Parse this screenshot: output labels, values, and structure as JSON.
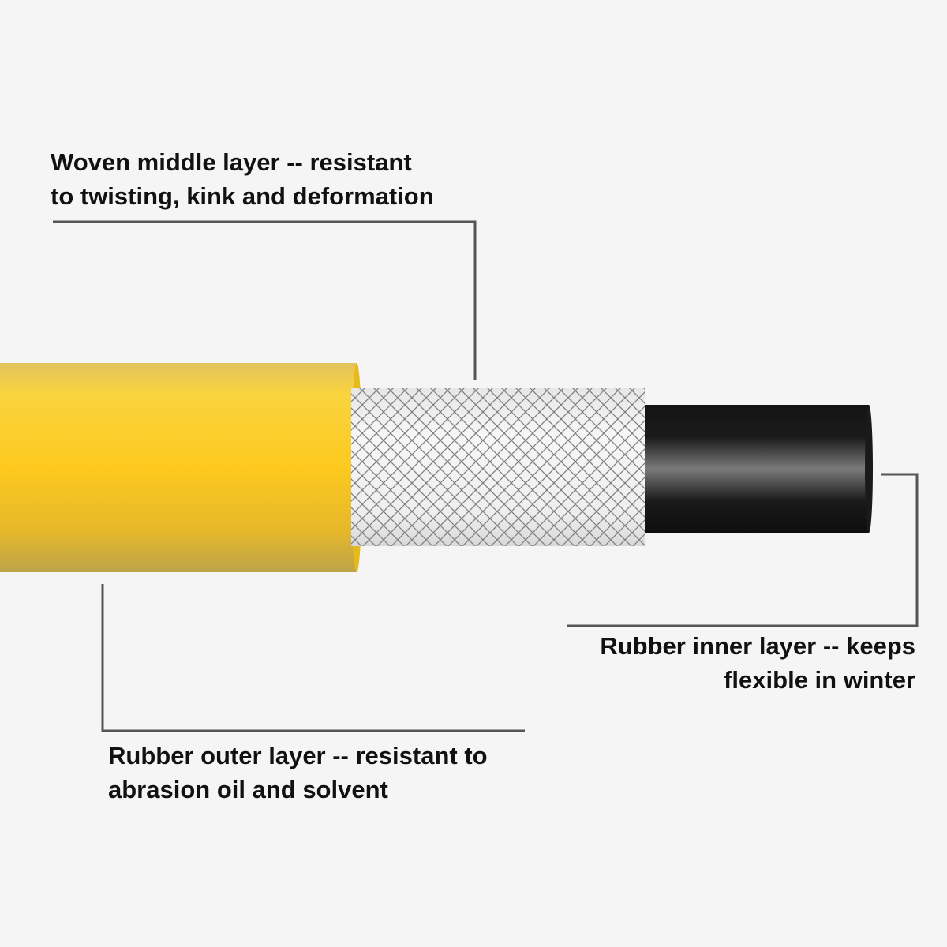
{
  "labels": {
    "middle": {
      "line1": "Woven middle layer -- resistant",
      "line2": "to twisting,  kink and deformation"
    },
    "inner": {
      "line1": "Rubber inner layer -- keeps",
      "line2": "flexible in winter"
    },
    "outer": {
      "line1": "Rubber outer layer -- resistant to",
      "line2": "abrasion oil and solvent"
    }
  },
  "colors": {
    "background": "#f5f5f5",
    "outer_layer": "#fdc91f",
    "middle_layer": "#f2f2f2",
    "mesh": "#808080",
    "inner_layer": "#121212",
    "leader_lines": "#555555"
  }
}
